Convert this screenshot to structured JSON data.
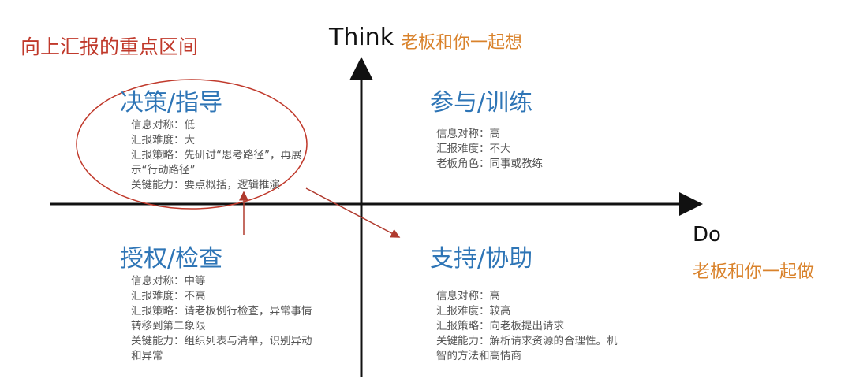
{
  "headline": "向上汇报的重点区间",
  "axes": {
    "y_label": "Think",
    "y_sub": "老板和你一起想",
    "x_label": "Do",
    "x_sub": "老板和你一起做"
  },
  "quadrants": {
    "top_left": {
      "title": "决策/指导",
      "lines": [
        "信息对称：低",
        "汇报难度：大",
        "汇报策略：先研讨“思考路径”，再展",
        "示“行动路径”",
        "关键能力：要点概括，逻辑推演"
      ]
    },
    "top_right": {
      "title": "参与/训练",
      "lines": [
        "信息对称：高",
        "汇报难度：不大",
        "老板角色：同事或教练"
      ]
    },
    "bottom_left": {
      "title": "授权/检查",
      "lines": [
        "信息对称：中等",
        "汇报难度：不高",
        "汇报策略：请老板例行检查，异常事情",
        "转移到第二象限",
        "关键能力：组织列表与清单，识别异动",
        "和异常"
      ]
    },
    "bottom_right": {
      "title": "支持/协助",
      "lines": [
        "信息对称：高",
        "汇报难度：较高",
        "汇报策略：向老板提出请求",
        "关键能力：解析请求资源的合理性。机",
        "智的方法和高情商"
      ]
    }
  },
  "colors": {
    "headline": "#c0392b",
    "quadrant_title": "#2e75b6",
    "axis_sub": "#d9822b",
    "highlight": "#c0392b",
    "axis": "#111111"
  }
}
